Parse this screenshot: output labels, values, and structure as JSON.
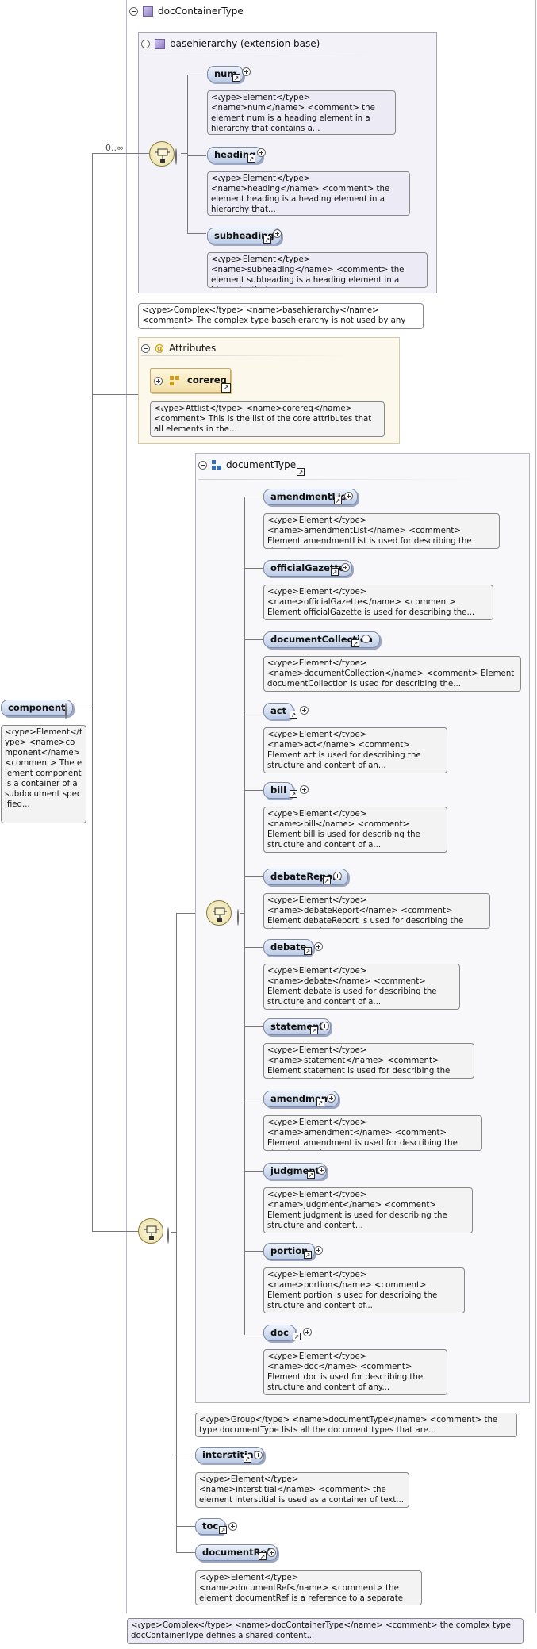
{
  "root_container": {
    "title": "docContainerType",
    "doc": "<type>Complex</type> <name>docContainerType</name> <comment> the complex type docContainerType defines a shared content..."
  },
  "basehierarchy": {
    "title": "basehierarchy (extension base)",
    "doc": "<type>Complex</type> <name>basehierarchy</name> <comment> The complex type basehierarchy is not used by any element,...",
    "elements": [
      {
        "name": "num",
        "doc": "<type>Element</type> <name>num</name> <comment> the element num is a heading element in a hierarchy that contains a..."
      },
      {
        "name": "heading",
        "doc": "<type>Element</type> <name>heading</name> <comment> the element heading is a heading element in a hierarchy that..."
      },
      {
        "name": "subheading",
        "doc": "<type>Element</type> <name>subheading</name> <comment> the element subheading is a heading element in a hierarchy that..."
      }
    ]
  },
  "attributes": {
    "title": "Attributes",
    "group": "corereq",
    "doc": "<type>Attlist</type> <name>corereq</name> <comment> This is the list of the core attributes that all elements in the..."
  },
  "cardinality": "0..∞",
  "component": {
    "name": "component",
    "doc": "<type>Element</type> <name>component</name> <comment> The element component is a container of a subdocument specified..."
  },
  "document_type": {
    "title": "documentType",
    "doc": "<type>Group</type> <name>documentType</name> <comment> the type documentType lists all the document types that are...",
    "elements": [
      {
        "name": "amendmentList",
        "doc": "<type>Element</type> <name>amendmentList</name> <comment> Element amendmentList is used for describing the structure..."
      },
      {
        "name": "officialGazette",
        "doc": "<type>Element</type> <name>officialGazette</name> <comment> Element officialGazette is used for describing the..."
      },
      {
        "name": "documentCollection",
        "doc": "<type>Element</type> <name>documentCollection</name> <comment> Element documentCollection is used for describing the..."
      },
      {
        "name": "act",
        "doc": "<type>Element</type> <name>act</name> <comment> Element act is used for describing the structure and content of an..."
      },
      {
        "name": "bill",
        "doc": "<type>Element</type> <name>bill</name> <comment> Element bill is used for describing the structure and content of a..."
      },
      {
        "name": "debateReport",
        "doc": "<type>Element</type> <name>debateReport</name> <comment> Element debateReport is used for describing the structure and..."
      },
      {
        "name": "debate",
        "doc": "<type>Element</type> <name>debate</name> <comment> Element debate is used for describing the structure and content of a..."
      },
      {
        "name": "statement",
        "doc": "<type>Element</type> <name>statement</name> <comment> Element statement is used for describing the structure and..."
      },
      {
        "name": "amendment",
        "doc": "<type>Element</type> <name>amendment</name> <comment> Element amendment is used for describing the structure and..."
      },
      {
        "name": "judgment",
        "doc": "<type>Element</type> <name>judgment</name> <comment> Element judgment is used for describing the structure and content..."
      },
      {
        "name": "portion",
        "doc": "<type>Element</type> <name>portion</name> <comment> Element portion is used for describing the structure and content of..."
      },
      {
        "name": "doc",
        "doc": "<type>Element</type> <name>doc</name> <comment> Element doc is used for describing the structure and content of any..."
      }
    ]
  },
  "tail_elements": [
    {
      "name": "interstitial",
      "doc": "<type>Element</type> <name>interstitial</name> <comment> the element interstitial is used as a container of text..."
    },
    {
      "name": "toc",
      "doc": ""
    },
    {
      "name": "documentRef",
      "doc": "<type>Element</type> <name>documentRef</name> <comment> the element documentRef is a reference to a separate work– or..."
    }
  ]
}
